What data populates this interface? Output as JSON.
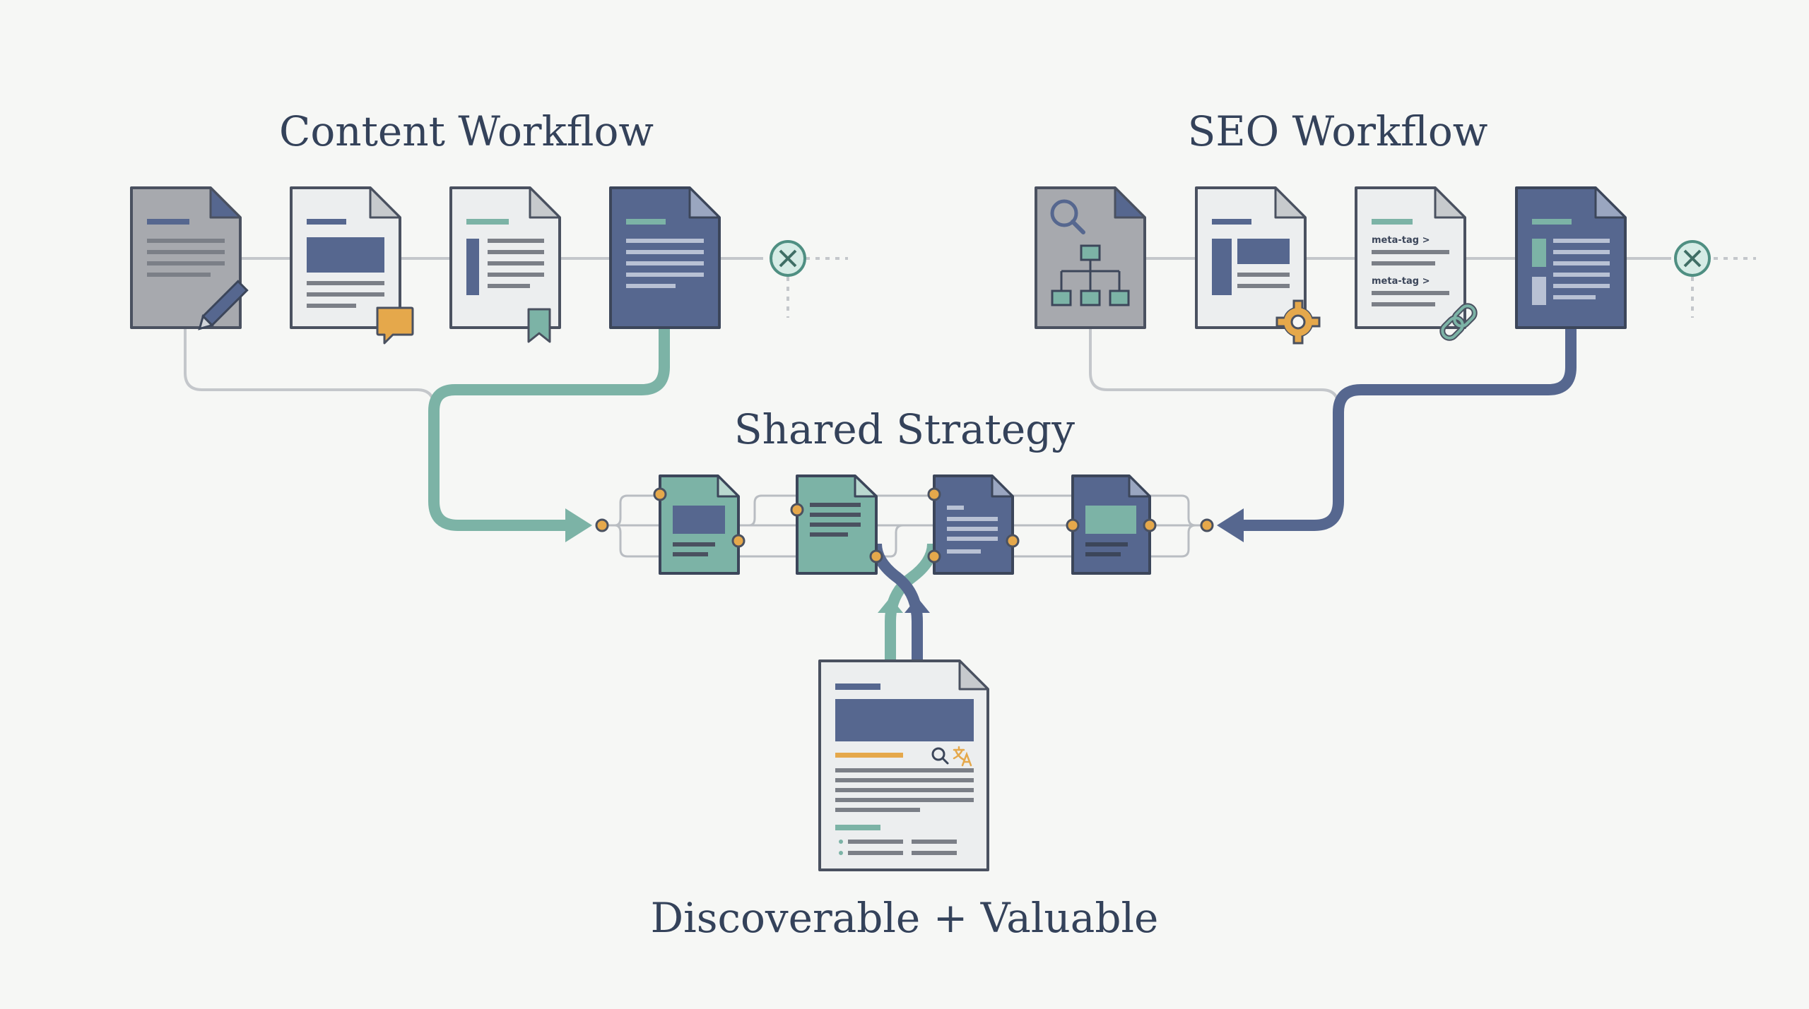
{
  "titles": {
    "content": "Content Workflow",
    "seo": "SEO Workflow",
    "shared": "Shared Strategy",
    "result": "Discoverable + Valuable"
  },
  "seo_labels": {
    "meta_tag_1": "meta-tag >",
    "meta_tag_2": "meta-tag >"
  },
  "colors": {
    "background": "#f6f7f5",
    "navy": "#56678f",
    "teal": "#7cb3a6",
    "gray_doc": "#a7a9ae",
    "light_doc": "#eceeef",
    "accent_orange": "#e5a84b",
    "title_text": "#34425a"
  },
  "icons": {
    "content_steps": [
      "pencil-icon",
      "speech-bubble-icon",
      "bookmark-icon"
    ],
    "seo_steps": [
      "magnifier-icon",
      "sitemap-icon",
      "gear-icon",
      "link-icon"
    ],
    "endpoints": [
      "x-circle-icon"
    ],
    "result_doc": [
      "search-icon",
      "translate-icon"
    ]
  }
}
